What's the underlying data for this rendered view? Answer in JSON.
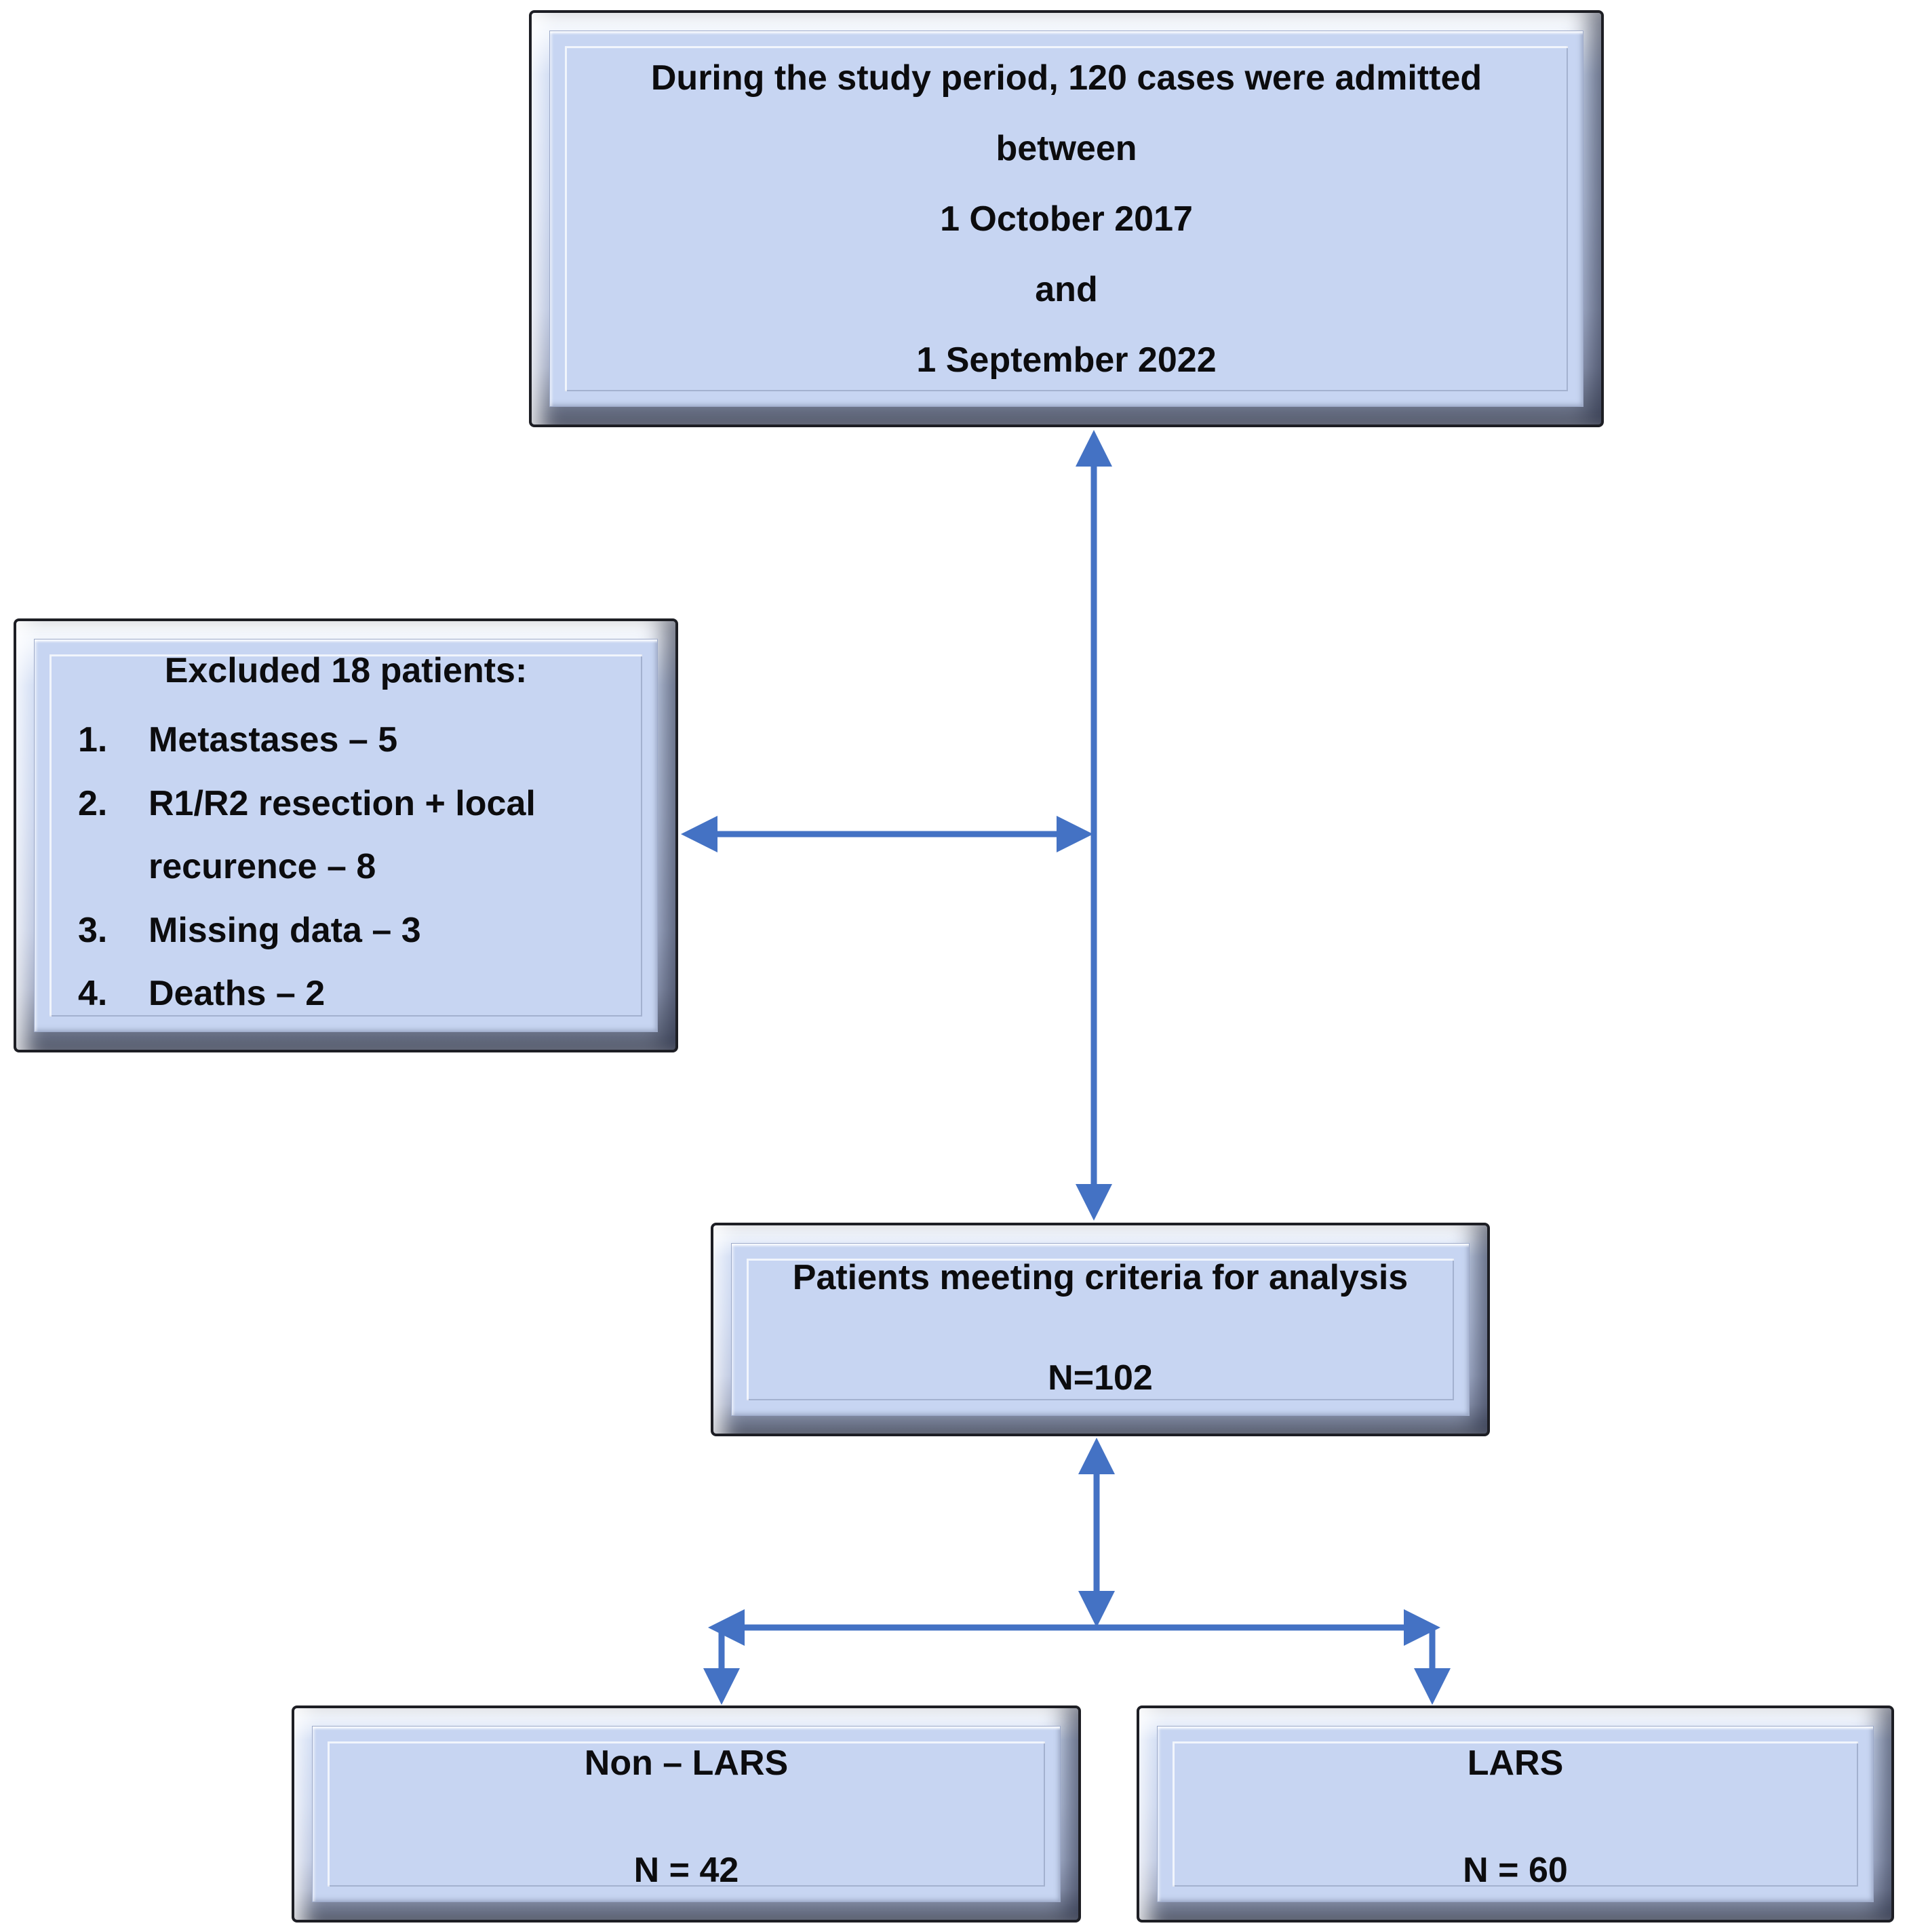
{
  "diagram": {
    "accent_color": "#4472c4",
    "box_fill_color": "#c7d5f2",
    "boxes": {
      "admitted": {
        "lines": [
          "During the study period, 120 cases were admitted",
          "between",
          "1 October 2017",
          "and",
          "1 September 2022"
        ]
      },
      "excluded": {
        "title": "Excluded 18 patients:",
        "items": [
          {
            "num": "1.",
            "text": "Metastases – 5"
          },
          {
            "num": "2.",
            "text": "R1/R2 resection + local recurence – 8"
          },
          {
            "num": "3.",
            "text": "Missing data – 3"
          },
          {
            "num": "4.",
            "text": "Deaths – 2"
          }
        ]
      },
      "criteria": {
        "line1": "Patients meeting criteria for analysis",
        "line2": "N=102"
      },
      "non_lars": {
        "line1": "Non – LARS",
        "line2": "N = 42"
      },
      "lars": {
        "line1": "LARS",
        "line2": "N = 60"
      }
    }
  }
}
